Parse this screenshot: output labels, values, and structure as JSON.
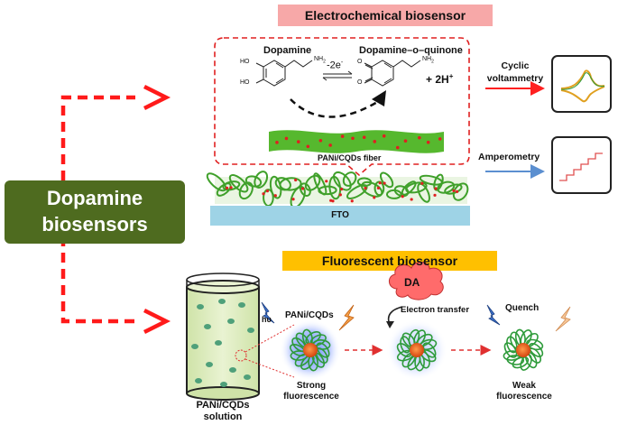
{
  "left_box": {
    "line1": "Dopamine",
    "line2": "biosensors"
  },
  "electrochemical": {
    "title": "Electrochemical  biosensor",
    "reactant": "Dopamine",
    "product": "Dopamine–o–quinone",
    "electrons": "-2e",
    "electrons_sup": "-",
    "protons": "+ 2H",
    "protons_sup": "+",
    "ho_top": "HO",
    "ho_bottom": "HO",
    "o_top": "O",
    "o_bottom": "O",
    "nh2": "NH",
    "nh2_sub": "2",
    "fiber_label": "PANi/CQDs fiber",
    "substrate_label": "FTO",
    "method1_line1": "Cyclic",
    "method1_line2": "voltammetry",
    "method2": "Amperometry"
  },
  "fluorescent": {
    "title": "Fluorescent biosensor",
    "hv": "hυ",
    "pani_cqds": "PANi/CQDs",
    "da": "DA",
    "electron_transfer": "Electron transfer",
    "quench": "Quench",
    "strong_line1": "Strong",
    "strong_line2": "fluorescence",
    "weak_line1": "Weak",
    "weak_line2": "fluorescence",
    "solution_line1": "PANi/CQDs",
    "solution_line2": "solution"
  },
  "colors": {
    "dashed_arrow": "#ff1a1a",
    "left_box": "#4e6b1f",
    "title_pink": "#f7a8a8",
    "title_yellow": "#ffc000",
    "fiber_green": "#56b82e",
    "fto_blue": "#9ed3e6",
    "red_arrow": "#ff2020",
    "blue_arrow": "#5b8fd0"
  }
}
